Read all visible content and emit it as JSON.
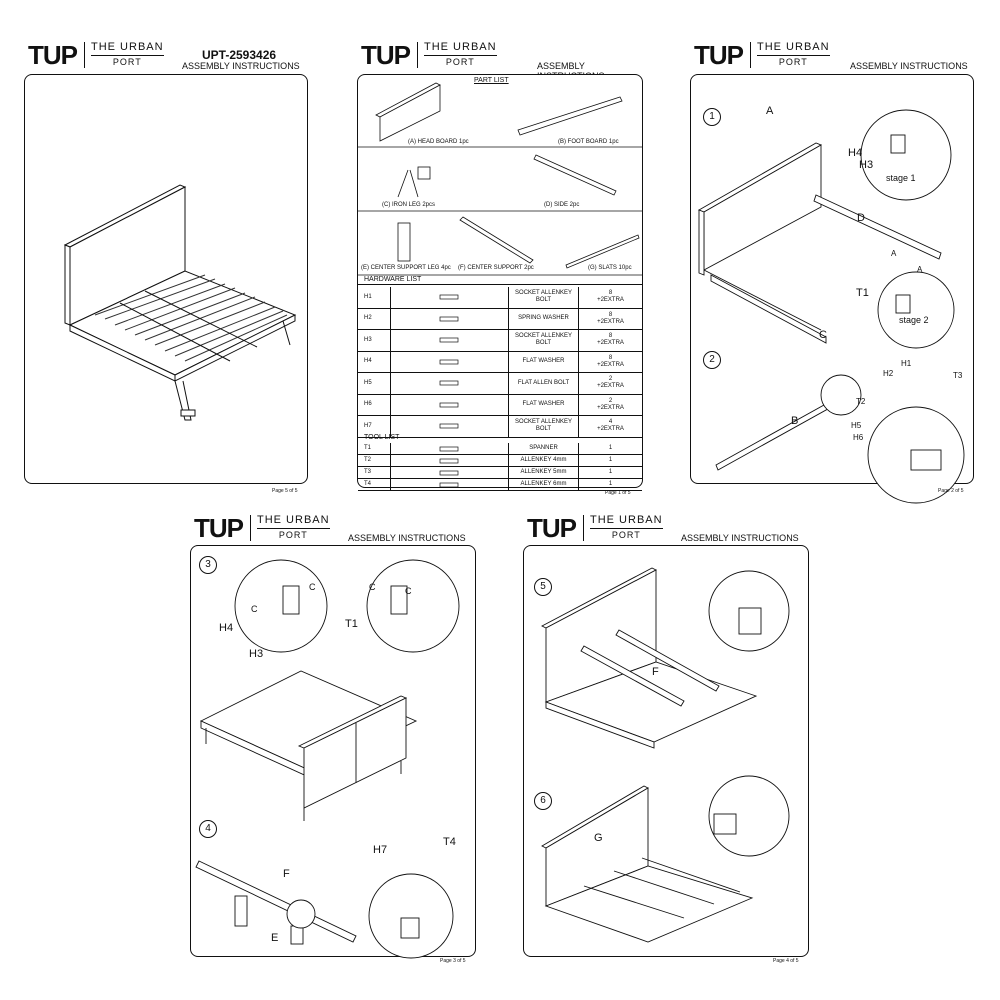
{
  "brand": {
    "logo": "TUP",
    "name_line1": "THE URBAN",
    "name_line2": "PORT"
  },
  "doc_id": "UPT-2593426",
  "assembly_title": "ASSEMBLY INSTRUCTIONS",
  "pages": {
    "p5": {
      "page_label": "Page 5 of 5"
    },
    "p1": {
      "page_label": "Page 1 of 5",
      "part_list_title": "PART LIST",
      "parts": {
        "a": "(A)  HEAD BOARD  1pc",
        "b": "(B)  FOOT BOARD  1pc",
        "c": "(C)  IRON LEG  2pcs",
        "d": "(D)  SIDE  2pc",
        "e": "(E)  CENTER SUPPORT LEG  4pc",
        "f": "(F)  CENTER SUPPORT  2pc",
        "g": "(G)  SLATS  10pc"
      },
      "hardware_title": "HARDWARE LIST",
      "hardware": [
        {
          "code": "H1",
          "name": "SOCKET ALLENKEY BOLT",
          "qty": "8",
          "extra": "+2EXTRA"
        },
        {
          "code": "H2",
          "name": "SPRING WASHER",
          "qty": "8",
          "extra": "+2EXTRA"
        },
        {
          "code": "H3",
          "name": "SOCKET ALLENKEY BOLT",
          "qty": "8",
          "extra": "+2EXTRA"
        },
        {
          "code": "H4",
          "name": "FLAT WASHER",
          "qty": "8",
          "extra": "+2EXTRA"
        },
        {
          "code": "H5",
          "name": "FLAT ALLEN BOLT",
          "qty": "2",
          "extra": "+2EXTRA"
        },
        {
          "code": "H6",
          "name": "FLAT WASHER",
          "qty": "2",
          "extra": "+2EXTRA"
        },
        {
          "code": "H7",
          "name": "SOCKET ALLENKEY BOLT",
          "qty": "4",
          "extra": "+2EXTRA"
        }
      ],
      "tool_title": "TOOL LIST",
      "tools": [
        {
          "code": "T1",
          "name": "SPANNER",
          "qty": "1"
        },
        {
          "code": "T2",
          "name": "ALLENKEY 4mm",
          "qty": "1"
        },
        {
          "code": "T3",
          "name": "ALLENKEY 5mm",
          "qty": "1"
        },
        {
          "code": "T4",
          "name": "ALLENKEY 6mm",
          "qty": "1"
        }
      ]
    },
    "p2": {
      "page_label": "Page 2 of 5",
      "step1": "1",
      "step2": "2",
      "labels": {
        "a": "A",
        "d": "D",
        "h4": "H4",
        "h3": "H3",
        "stage1": "stage 1",
        "t1": "T1",
        "stage2": "stage 2",
        "a1": "A",
        "a2": "A",
        "c": "C",
        "b": "B",
        "h1": "H1",
        "h2": "H2",
        "t3": "T3",
        "t2": "T2",
        "h5": "H5",
        "h6": "H6"
      }
    },
    "p3": {
      "page_label": "Page 3 of 5",
      "step3": "3",
      "step4": "4",
      "labels": {
        "c1": "C",
        "c2": "C",
        "h4": "H4",
        "h3": "H3",
        "c3": "C",
        "c4": "C",
        "t1": "T1",
        "f": "F",
        "e": "E",
        "h7": "H7",
        "t4": "T4"
      }
    },
    "p4": {
      "page_label": "Page 4 of 5",
      "step5": "5",
      "step6": "6",
      "labels": {
        "f": "F",
        "g": "G"
      }
    }
  }
}
